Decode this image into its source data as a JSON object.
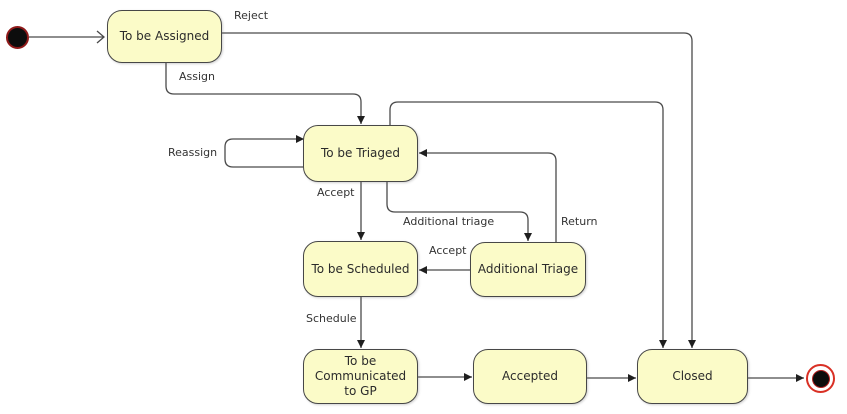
{
  "diagram": {
    "kind": "uml-state-machine",
    "states": [
      {
        "id": "to-be-assigned",
        "label": "To be Assigned"
      },
      {
        "id": "to-be-triaged",
        "label": "To be Triaged"
      },
      {
        "id": "to-be-scheduled",
        "label": "To be Scheduled"
      },
      {
        "id": "additional-triage",
        "label": "Additional Triage"
      },
      {
        "id": "to-be-communicated-gp",
        "label": "To be Communicated to GP"
      },
      {
        "id": "accepted",
        "label": "Accepted"
      },
      {
        "id": "closed",
        "label": "Closed"
      }
    ],
    "markers": {
      "initial": "initial-state",
      "final": "final-state"
    },
    "transitions": [
      {
        "from": "initial",
        "to": "To be Assigned",
        "label": ""
      },
      {
        "from": "To be Assigned",
        "to": "To be Triaged",
        "label": "Assign"
      },
      {
        "from": "To be Assigned",
        "to": "Closed",
        "label": "Reject"
      },
      {
        "from": "To be Triaged",
        "to": "To be Triaged",
        "label": "Reassign"
      },
      {
        "from": "To be Triaged",
        "to": "To be Scheduled",
        "label": "Accept"
      },
      {
        "from": "To be Triaged",
        "to": "Additional Triage",
        "label": "Additional triage"
      },
      {
        "from": "Additional Triage",
        "to": "To be Triaged",
        "label": "Return"
      },
      {
        "from": "Additional Triage",
        "to": "To be Scheduled",
        "label": "Accept"
      },
      {
        "from": "To be Scheduled",
        "to": "To be Communicated to GP",
        "label": "Schedule"
      },
      {
        "from": "To be Communicated to GP",
        "to": "Accepted",
        "label": ""
      },
      {
        "from": "Accepted",
        "to": "Closed",
        "label": ""
      },
      {
        "from": "To be Triaged",
        "to": "Closed",
        "label": ""
      },
      {
        "from": "Closed",
        "to": "final",
        "label": ""
      }
    ],
    "colors": {
      "state_fill": "#fbfbc8",
      "state_border": "#474747",
      "edge": "#4a4a4a",
      "label_text": "#333333",
      "initial_ring": "#8f1a1a",
      "final_ring": "#d93025"
    }
  }
}
